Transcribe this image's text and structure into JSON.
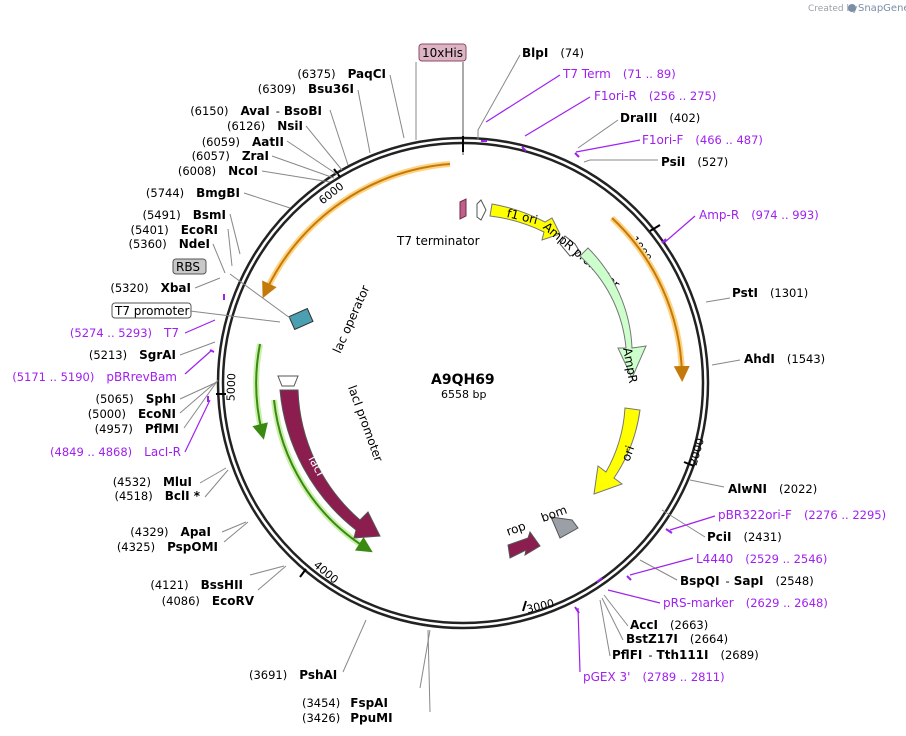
{
  "credit": {
    "prefix": "Created by",
    "brand": "SnapGene"
  },
  "plasmid": {
    "name": "A9QH69",
    "length_label": "6558 bp"
  },
  "ticks": [
    "1000",
    "2000",
    "3000",
    "4000",
    "5000",
    "6000"
  ],
  "features": {
    "t7_terminator": "T7 terminator",
    "f1_ori": "f1 ori",
    "ampr_promoter": "AmpR promoter",
    "ampr": "AmpR",
    "ori": "ori",
    "bom": "bom",
    "rop": "rop",
    "laci": "lacI",
    "laci_promoter": "lacI promoter",
    "lac_operator": "lac operator"
  },
  "boxes": {
    "his": "10xHis",
    "rbs": "RBS",
    "t7_promoter": "T7 promoter"
  },
  "enzymes": {
    "blpi": {
      "name": "BlpI",
      "pos": "(74)"
    },
    "draiii": {
      "name": "DraIII",
      "pos": "(402)"
    },
    "psii": {
      "name": "PsiI",
      "pos": "(527)"
    },
    "psti": {
      "name": "PstI",
      "pos": "(1301)"
    },
    "ahdi": {
      "name": "AhdI",
      "pos": "(1543)"
    },
    "alwni": {
      "name": "AlwNI",
      "pos": "(2022)"
    },
    "pcii": {
      "name": "PciI",
      "pos": "(2431)"
    },
    "bspqi": {
      "name": "BspQI",
      "sep": "-",
      "name2": "SapI",
      "pos": "(2548)"
    },
    "acci": {
      "name": "AccI",
      "pos": "(2663)"
    },
    "bstz17i": {
      "name": "BstZ17I",
      "pos": "(2664)"
    },
    "pflfi": {
      "name": "PflFI",
      "sep": "-",
      "name2": "Tth111I",
      "pos": "(2689)"
    },
    "fspai": {
      "name": "FspAI",
      "pos": "(3454)"
    },
    "ppumi": {
      "name": "PpuMI",
      "pos": "(3426)"
    },
    "pshai": {
      "name": "PshAI",
      "pos": "(3691)"
    },
    "bsshii": {
      "name": "BssHII",
      "pos": "(4121)"
    },
    "ecorv": {
      "name": "EcoRV",
      "pos": "(4086)"
    },
    "apai": {
      "name": "ApaI",
      "pos": "(4329)"
    },
    "pspomi": {
      "name": "PspOMI",
      "pos": "(4325)"
    },
    "mlui": {
      "name": "MluI",
      "pos": "(4532)"
    },
    "bcli": {
      "name": "BclI *",
      "pos": "(4518)"
    },
    "sphi": {
      "name": "SphI",
      "pos": "(5065)"
    },
    "econi": {
      "name": "EcoNI",
      "pos": "(5000)"
    },
    "pflmi": {
      "name": "PflMI",
      "pos": "(4957)"
    },
    "sgrai": {
      "name": "SgrAI",
      "pos": "(5213)"
    },
    "xbai": {
      "name": "XbaI",
      "pos": "(5320)"
    },
    "ndei": {
      "name": "NdeI",
      "pos": "(5360)"
    },
    "ecori": {
      "name": "EcoRI",
      "pos": "(5401)"
    },
    "bsmi": {
      "name": "BsmI",
      "pos": "(5491)"
    },
    "bmgbi": {
      "name": "BmgBI",
      "pos": "(5744)"
    },
    "ncoi": {
      "name": "NcoI",
      "pos": "(6008)"
    },
    "zrai": {
      "name": "ZraI",
      "pos": "(6057)"
    },
    "aatii": {
      "name": "AatII",
      "pos": "(6059)"
    },
    "nsii": {
      "name": "NsiI",
      "pos": "(6126)"
    },
    "avai": {
      "name": "AvaI",
      "sep": "-",
      "name2": "BsoBI",
      "pos": "(6150)"
    },
    "bsu36i": {
      "name": "Bsu36I",
      "pos": "(6309)"
    },
    "paqci": {
      "name": "PaqCI",
      "pos": "(6375)"
    }
  },
  "primers": {
    "t7term": {
      "name": "T7 Term",
      "range": "(71 .. 89)"
    },
    "f1orir": {
      "name": "F1ori-R",
      "range": "(256 .. 275)"
    },
    "f1orif": {
      "name": "F1ori-F",
      "range": "(466 .. 487)"
    },
    "ampr": {
      "name": "Amp-R",
      "range": "(974 .. 993)"
    },
    "pbr322": {
      "name": "pBR322ori-F",
      "range": "(2276 .. 2295)"
    },
    "l4440": {
      "name": "L4440",
      "range": "(2529 .. 2546)"
    },
    "prs": {
      "name": "pRS-marker",
      "range": "(2629 .. 2648)"
    },
    "pgex3": {
      "name": "pGEX 3'",
      "range": "(2789 .. 2811)"
    },
    "laci_r": {
      "name": "LacI-R",
      "range": "(4849 .. 4868)"
    },
    "pbrrevbam": {
      "name": "pBRrevBam",
      "range": "(5171 .. 5190)"
    },
    "t7": {
      "name": "T7",
      "range": "(5274 .. 5293)"
    }
  },
  "colors": {
    "primer": "#a020f0",
    "orange": "#f39c12",
    "green": "#5fbf1f",
    "laci": "#8b1e4e",
    "ori": "#ffff00",
    "ampr": "#ccffcc"
  }
}
